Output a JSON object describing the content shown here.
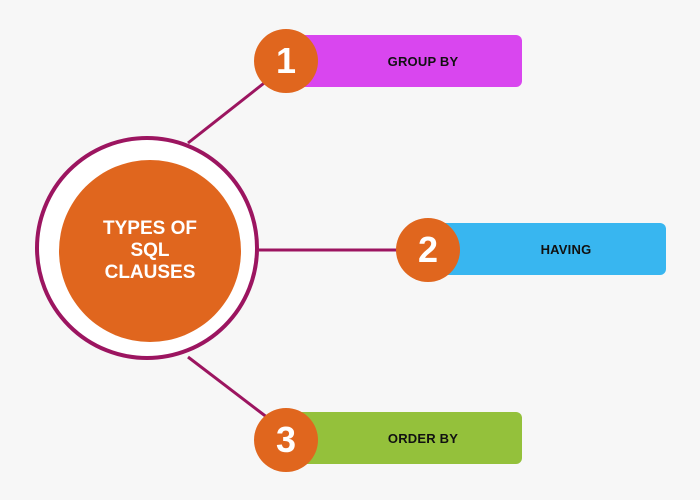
{
  "diagram": {
    "hub": {
      "title": "TYPES OF\nSQL\nCLAUSES"
    },
    "items": [
      {
        "number": "1",
        "label": "GROUP BY",
        "color": "#d946ef"
      },
      {
        "number": "2",
        "label": "HAVING",
        "color": "#38b6f0"
      },
      {
        "number": "3",
        "label": "ORDER BY",
        "color": "#94c13b"
      }
    ],
    "colors": {
      "hub_fill": "#e0661e",
      "ring_and_connectors": "#9c1560",
      "background": "#f7f7f7"
    }
  }
}
